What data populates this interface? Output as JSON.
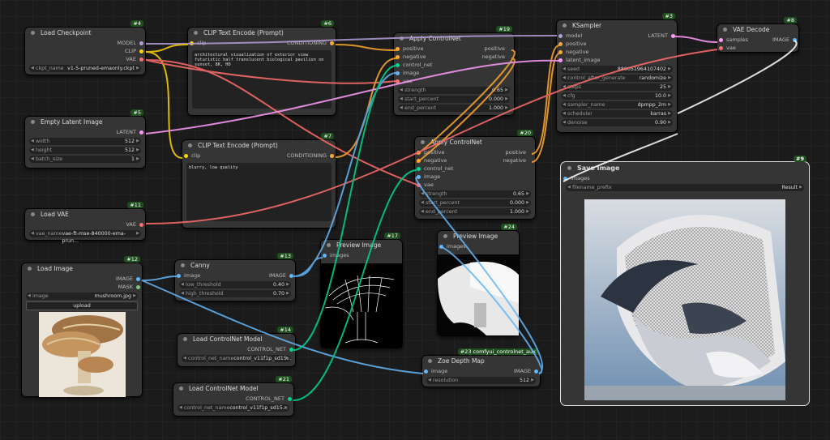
{
  "colors": {
    "model": "#b39ddb",
    "clip": "#ffd500",
    "vae": "#ff6e6e",
    "conditioning": "#ffa931",
    "latent": "#ff9cf9",
    "image": "#64b5f6",
    "control_net": "#00d78d",
    "mask": "#81c784"
  },
  "nodes": {
    "load_checkpoint": {
      "id": "#4",
      "title": "Load Checkpoint",
      "out_model": "MODEL",
      "out_clip": "CLIP",
      "out_vae": "VAE",
      "w_ckpt_label": "ckpt_name",
      "w_ckpt_value": "v1-5-pruned-emaonly.ckpt"
    },
    "clip_pos": {
      "id": "#6",
      "title": "CLIP Text Encode (Prompt)",
      "in_clip": "clip",
      "out_cond": "CONDITIONING",
      "text": "architectural visualization of exterior view futuristic half translucent biological pavilion on sunset, 8K, HD"
    },
    "clip_neg": {
      "id": "#7",
      "title": "CLIP Text Encode (Prompt)",
      "in_clip": "clip",
      "out_cond": "CONDITIONING",
      "text": "blurry, low quality"
    },
    "empty_latent": {
      "id": "#5",
      "title": "Empty Latent Image",
      "out_latent": "LATENT",
      "w_width": "width",
      "v_width": "512",
      "w_height": "height",
      "v_height": "512",
      "w_batch": "batch_size",
      "v_batch": "1"
    },
    "load_vae": {
      "id": "#11",
      "title": "Load VAE",
      "out_vae": "VAE",
      "w_label": "vae_name",
      "w_value": "vae-ft-mse-840000-ema-prun..."
    },
    "load_image": {
      "id": "#12",
      "title": "Load Image",
      "out_image": "IMAGE",
      "out_mask": "MASK",
      "w_label": "image",
      "w_value": "mushroom.jpg",
      "upload": "upload"
    },
    "canny": {
      "id": "#13",
      "title": "Canny",
      "in_image": "image",
      "out_image": "IMAGE",
      "w_low": "low_threshold",
      "v_low": "0.40",
      "w_high": "high_threshold",
      "v_high": "0.70"
    },
    "load_cn_14": {
      "id": "#14",
      "title": "Load ControlNet Model",
      "out": "CONTROL_NET",
      "w_label": "control_net_name",
      "w_value": "control_v11f1p_sd15..."
    },
    "load_cn_21": {
      "id": "#21",
      "title": "Load ControlNet Model",
      "out": "CONTROL_NET",
      "w_label": "control_net_name",
      "w_value": "control_v11f1p_sd15..."
    },
    "apply_cn_19": {
      "id": "#19",
      "title": "Apply ControlNet",
      "in_pos": "positive",
      "in_neg": "negative",
      "in_cn": "control_net",
      "in_image": "image",
      "in_vae": "vae",
      "out_pos": "positive",
      "out_neg": "negative",
      "w_strength": "strength",
      "v_strength": "0.65",
      "w_start": "start_percent",
      "v_start": "0.000",
      "w_end": "end_percent",
      "v_end": "1.000"
    },
    "apply_cn_20": {
      "id": "#20",
      "title": "Apply ControlNet",
      "in_pos": "positive",
      "in_neg": "negative",
      "in_cn": "control_net",
      "in_image": "image",
      "in_vae": "vae",
      "out_pos": "positive",
      "out_neg": "negative",
      "w_strength": "strength",
      "v_strength": "0.65",
      "w_start": "start_percent",
      "v_start": "0.000",
      "w_end": "end_percent",
      "v_end": "1.000"
    },
    "ksampler": {
      "id": "#3",
      "title": "KSampler",
      "in_model": "model",
      "in_pos": "positive",
      "in_neg": "negative",
      "in_latent": "latent_image",
      "out_latent": "LATENT",
      "widgets": [
        [
          "seed",
          "880051964107402"
        ],
        [
          "control_after_generate",
          "randomize"
        ],
        [
          "steps",
          "25"
        ],
        [
          "cfg",
          "10.0"
        ],
        [
          "sampler_name",
          "dpmpp_2m"
        ],
        [
          "scheduler",
          "karras"
        ],
        [
          "denoise",
          "0.90"
        ]
      ]
    },
    "vae_decode": {
      "id": "#8",
      "title": "VAE Decode",
      "in_samples": "samples",
      "in_vae": "vae",
      "out_image": "IMAGE"
    },
    "save_image": {
      "id": "#9",
      "title": "Save Image",
      "in_images": "images",
      "w_label": "filename_prefix",
      "w_value": "Result"
    },
    "preview_17": {
      "id": "#17",
      "title": "Preview Image",
      "in_images": "images"
    },
    "preview_24": {
      "id": "#24",
      "title": "Preview Image",
      "in_images": "images"
    },
    "zoe": {
      "id": "#23 comfyui_controlnet_aux",
      "title": "Zoe Depth Map",
      "in_image": "image",
      "out_image": "IMAGE",
      "w_label": "resolution",
      "w_value": "512"
    }
  }
}
